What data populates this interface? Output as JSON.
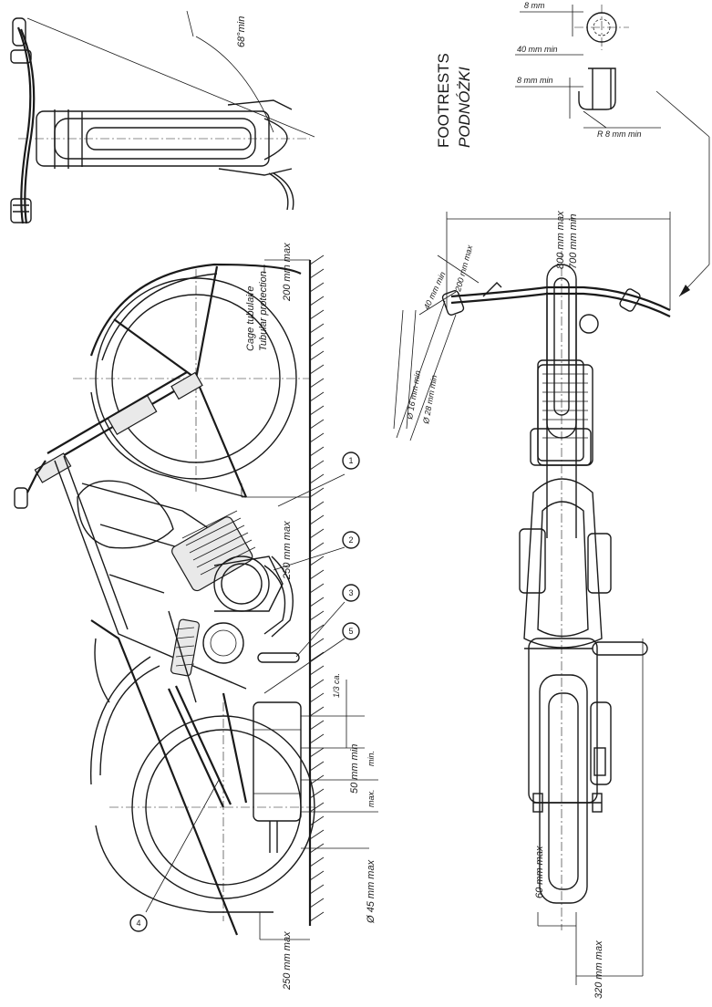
{
  "footrests": {
    "title_en": "FOOTRESTS",
    "title_pl": "PODNÓŻKI",
    "dim_8mm_top": "8 mm",
    "dim_40mm_min": "40 mm min",
    "dim_8mm_min": "8 mm min",
    "dim_r8_min": "R 8 mm min"
  },
  "side_view": {
    "angle": "68°min",
    "cage_fr": "Cage tubulaire",
    "cage_en": "Tubular protection",
    "dim_200_max": "200 mm max",
    "dim_250_max_front": "250 mm max",
    "dim_250_max_rear": "250 mm max",
    "dim_50_min": "50 mm min",
    "dim_min": "min.",
    "dim_max": "max.",
    "dim_d45_max": "Ø 45 mm max",
    "dim_1_3": "1/3 ca.",
    "callouts": [
      "1",
      "2",
      "3",
      "4",
      "5"
    ]
  },
  "top_view": {
    "dim_800_max": "800 mm max",
    "dim_700_min": "700 mm min",
    "dim_40_min": "40 mm min",
    "dim_200_max": "200 mm max",
    "dim_d16_min": "Ø 16 mm min",
    "dim_d28_min": "Ø 28 mm min",
    "dim_60_max": "60 mm max",
    "dim_320_max": "320 mm max"
  }
}
